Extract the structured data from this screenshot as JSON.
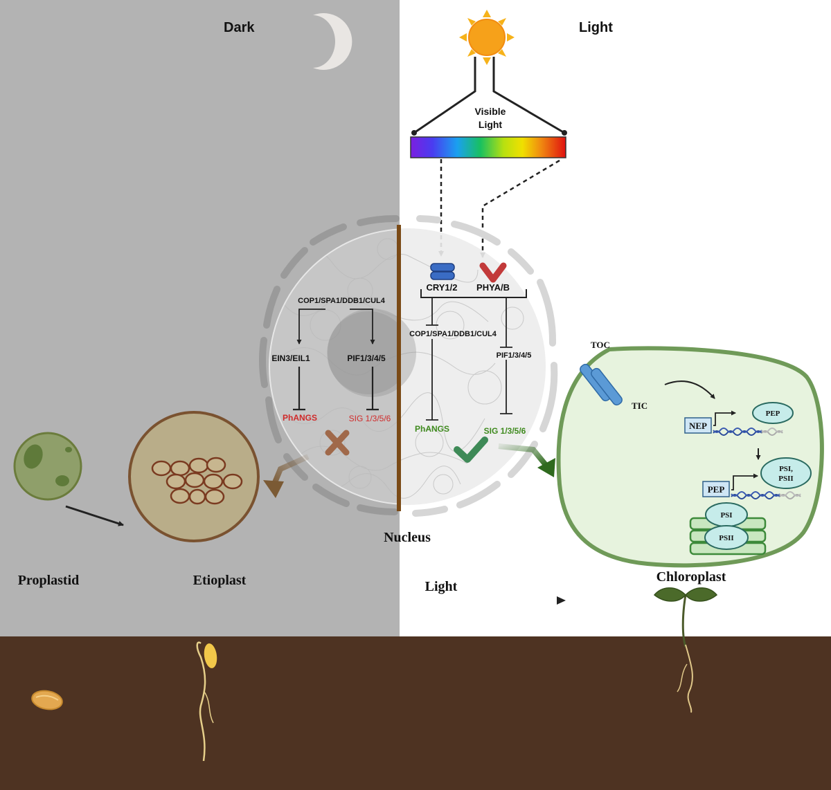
{
  "panels": {
    "dark_label": "Dark",
    "light_label": "Light"
  },
  "spectrum": {
    "label_line1": "Visible",
    "label_line2": "Light"
  },
  "receptors": {
    "cry": "CRY1/2",
    "phy": "PHYA/B"
  },
  "dark_pathway": {
    "complex": "COP1/SPA1/DDB1/CUL4",
    "ein": "EIN3/EIL1",
    "pif": "PIF1/3/4/5",
    "phangs": "PhANGS",
    "sig": "SIG 1/3/5/6"
  },
  "light_pathway": {
    "complex": "COP1/SPA1/DDB1/CUL4",
    "pif": "PIF1/3/4/5",
    "phangs": "PhANGS",
    "sig": "SIG 1/3/5/6"
  },
  "nucleus_label": "Nucleus",
  "plastids": {
    "proplastid": "Proplastid",
    "etioplast": "Etioplast",
    "chloroplast": "Chloroplast"
  },
  "chloroplast_parts": {
    "toc": "TOC",
    "tic": "TIC",
    "nep": "NEP",
    "pep_box": "PEP",
    "pep_oval": "PEP",
    "ps_oval_line1": "PSI,",
    "ps_oval_line2": "PSII",
    "psi": "PSI",
    "psii": "PSII"
  },
  "bottom_arrow_label": "Light",
  "colors": {
    "dark_bg": "#b3b3b3",
    "soil": "#4e3322",
    "red_text": "#d02a2a",
    "green_text": "#3f8a1e",
    "chloroplast_fill": "#e7f3de",
    "chloroplast_border": "#6f9a58",
    "etioplast_fill": "#b9ad89",
    "etioplast_border": "#7a5230",
    "cross": "#a0694a",
    "check": "#3e8a57"
  },
  "icons": [
    "moon-icon",
    "sun-icon",
    "cross-icon",
    "check-icon",
    "seed-icon",
    "seedling-icon"
  ]
}
